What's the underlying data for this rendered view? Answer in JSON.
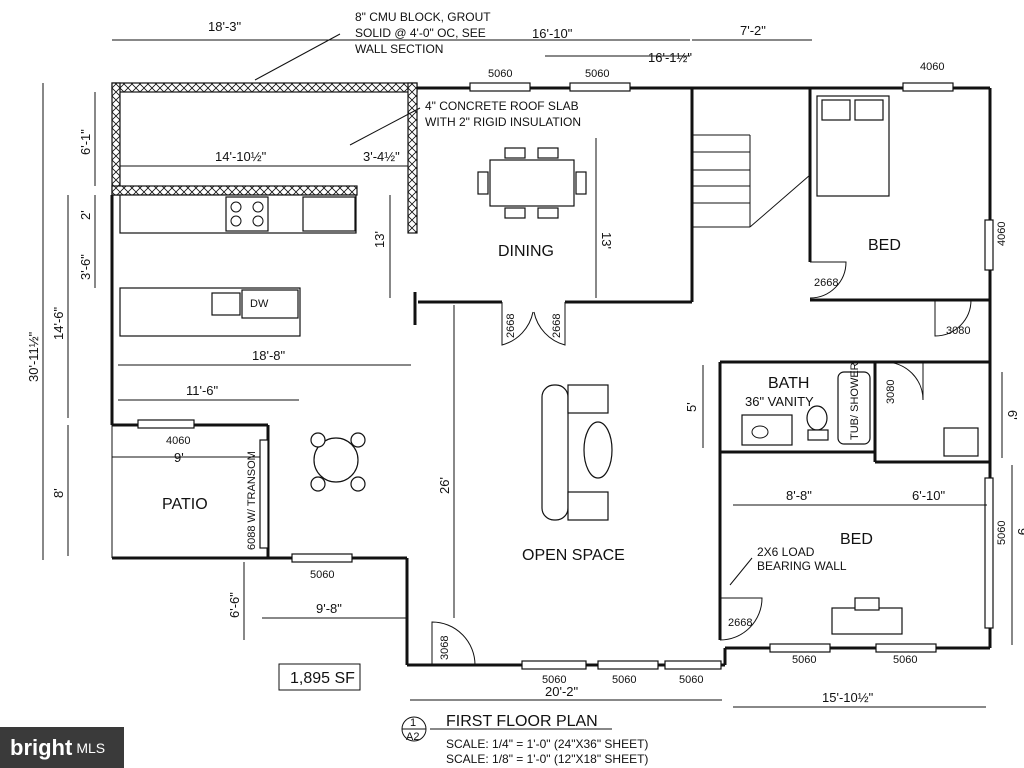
{
  "rooms": {
    "dining": "DINING",
    "bed_upper": "BED",
    "bath": "BATH",
    "vanity": "36\" VANITY",
    "tub": "TUB/\nSHOWER",
    "open_space": "OPEN SPACE",
    "patio": "PATIO",
    "bed_lower": "BED",
    "dw": "DW"
  },
  "notes": {
    "cmu_line1": "8\" CMU BLOCK, GROUT",
    "cmu_line2": "SOLID @ 4'-0\" OC, SEE",
    "cmu_line3": "WALL SECTION",
    "roof_line1": "4\" CONCRETE ROOF SLAB",
    "roof_line2": "WITH 2\" RIGID INSULATION",
    "load_line1": "2X6 LOAD",
    "load_line2": "BEARING WALL",
    "transom": "6088 W/ TRANSOM"
  },
  "dimensions": {
    "top_18_3": "18'-3\"",
    "top_16_10": "16'-10\"",
    "top_16_1_half": "16'-1½\"",
    "top_7_2": "7'-2\"",
    "d_6_1": "6'-1\"",
    "d_14_10_half": "14'-10½\"",
    "d_3_4_half": "3'-4½\"",
    "d_13_left": "13'",
    "d_13_dining": "13'",
    "d_2": "2'",
    "d_3_6": "3'-6\"",
    "d_14_6": "14'-6\"",
    "d_30_11_half": "30'-11½\"",
    "d_18_8": "18'-8\"",
    "d_11_6": "11'-6\"",
    "d_9": "9'",
    "d_8": "8'",
    "d_26": "26'",
    "d_5": "5'",
    "d_6": "6'",
    "d_9_right": "9'",
    "d_8_8": "8'-8\"",
    "d_6_10": "6'-10\"",
    "d_6_6": "6'-6\"",
    "d_9_8": "9'-8\"",
    "d_20_2": "20'-2\"",
    "d_15_10_half": "15'-10½\""
  },
  "windows_doors": {
    "w_5060_a": "5060",
    "w_5060_b": "5060",
    "w_4060_top": "4060",
    "w_4060_right": "4060",
    "d_2668_bed": "2668",
    "d_3080_a": "3080",
    "d_3080_b": "3080",
    "d_2668_l": "2668",
    "d_2668_r": "2668",
    "w_4060_patio": "4060",
    "w_5060_c": "5060",
    "w_5060_right": "5060",
    "d_2668_bed2": "2668",
    "w_5060_bed_a": "5060",
    "w_5060_bed_b": "5060",
    "d_3068": "3068",
    "w_5060_bot_a": "5060",
    "w_5060_bot_b": "5060",
    "w_5060_bot_c": "5060"
  },
  "area": "1,895 SF",
  "title_block": {
    "title": "FIRST FLOOR PLAN",
    "bubble_num": "1",
    "bubble_sheet": "A2",
    "scale1": "SCALE: 1/4\" = 1'-0\"  (24\"X36\" SHEET)",
    "scale2": "SCALE: 1/8\" = 1'-0\"  (12\"X18\" SHEET)"
  },
  "watermark": {
    "brand": "bright",
    "suffix": "MLS"
  }
}
